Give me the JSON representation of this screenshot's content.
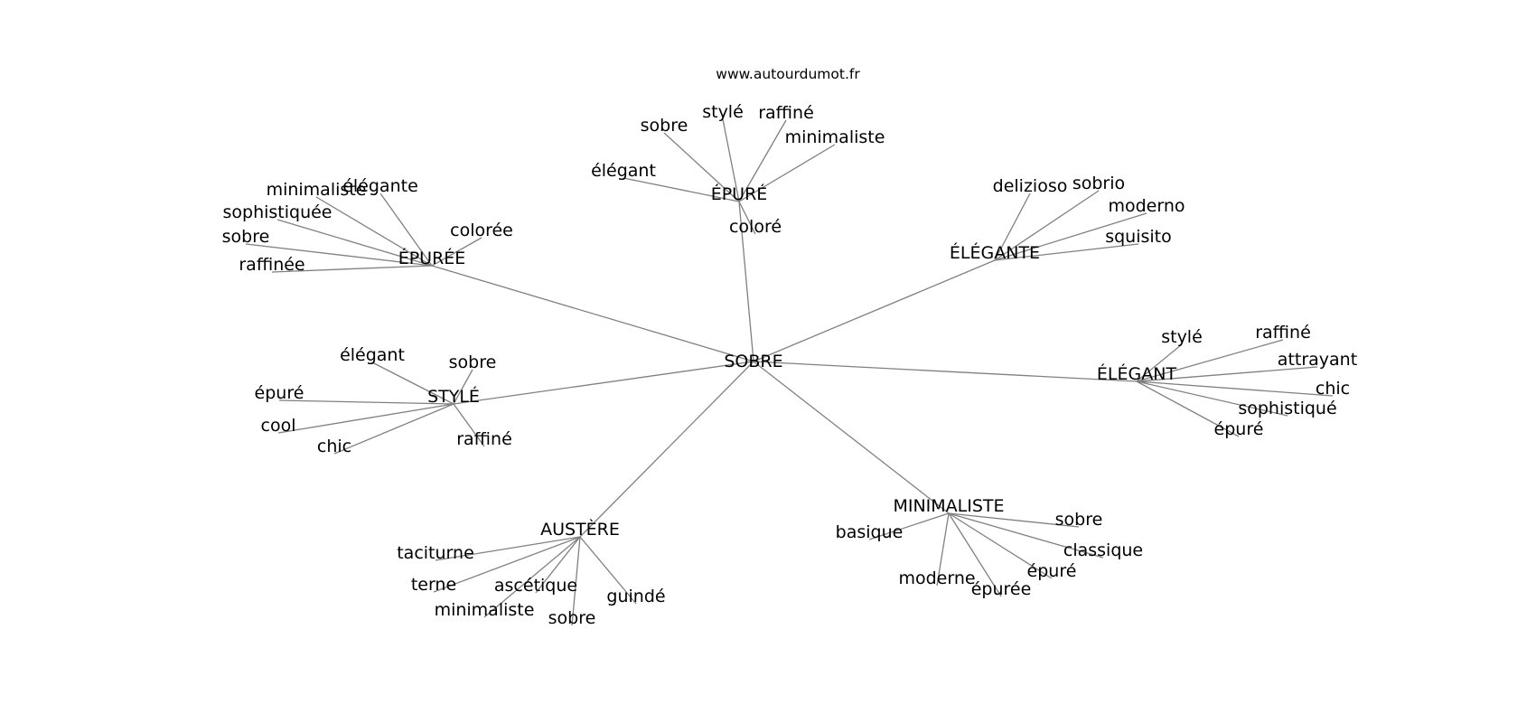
{
  "source": "www.autourdumot.fr",
  "center": {
    "id": "sobre",
    "label": "SOBRE"
  },
  "hubs": [
    {
      "id": "epure",
      "label": "ÉPURÉ",
      "leaves": [
        "élégant",
        "sobre",
        "stylé",
        "raffiné",
        "minimaliste",
        "coloré"
      ]
    },
    {
      "id": "epuree",
      "label": "ÉPURÉE",
      "leaves": [
        "minimaliste",
        "élégante",
        "sophistiquée",
        "sobre",
        "raffinée",
        "colorée"
      ]
    },
    {
      "id": "elegante",
      "label": "ÉLÉGANTE",
      "leaves": [
        "delizioso",
        "sobrio",
        "moderno",
        "squisito"
      ]
    },
    {
      "id": "elegant",
      "label": "ÉLÉGANT",
      "leaves": [
        "stylé",
        "raffiné",
        "attrayant",
        "chic",
        "sophistiqué",
        "épuré"
      ]
    },
    {
      "id": "style",
      "label": "STYLÉ",
      "leaves": [
        "élégant",
        "sobre",
        "épuré",
        "cool",
        "chic",
        "raffiné"
      ]
    },
    {
      "id": "minimaliste",
      "label": "MINIMALISTE",
      "leaves": [
        "basique",
        "sobre",
        "classique",
        "épuré",
        "épurée",
        "moderne"
      ]
    },
    {
      "id": "austere",
      "label": "AUSTÈRE",
      "leaves": [
        "taciturne",
        "terne",
        "ascétique",
        "minimaliste",
        "sobre",
        "guindé"
      ]
    }
  ]
}
